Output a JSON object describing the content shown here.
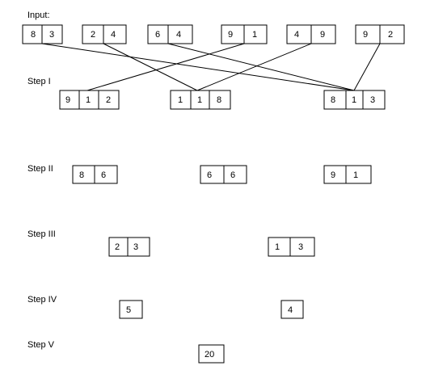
{
  "labels": {
    "input": "Input:",
    "step1": "Step I",
    "step2": "Step II",
    "step3": "Step III",
    "step4": "Step IV",
    "step5": "Step V"
  },
  "input": [
    [
      "8",
      "3"
    ],
    [
      "2",
      "4"
    ],
    [
      "6",
      "4"
    ],
    [
      "9",
      "1"
    ],
    [
      "4",
      "9"
    ],
    [
      "9",
      "2"
    ]
  ],
  "step1": [
    [
      "9",
      "1",
      "2"
    ],
    [
      "1",
      "1",
      "8"
    ],
    [
      "8",
      "1",
      "3"
    ]
  ],
  "step2": [
    [
      "8",
      "6"
    ],
    [
      "6",
      "6"
    ],
    [
      "9",
      "1"
    ]
  ],
  "step3": [
    [
      "2",
      "3"
    ],
    [
      "1",
      "3"
    ]
  ],
  "step4": [
    [
      "5"
    ],
    [
      "4"
    ]
  ],
  "step5": [
    [
      "20"
    ]
  ],
  "connections": [
    {
      "from": 0,
      "to": 2
    },
    {
      "from": 1,
      "to": 1
    },
    {
      "from": 2,
      "to": 2
    },
    {
      "from": 3,
      "to": 0
    },
    {
      "from": 4,
      "to": 1
    },
    {
      "from": 5,
      "to": 2
    }
  ]
}
